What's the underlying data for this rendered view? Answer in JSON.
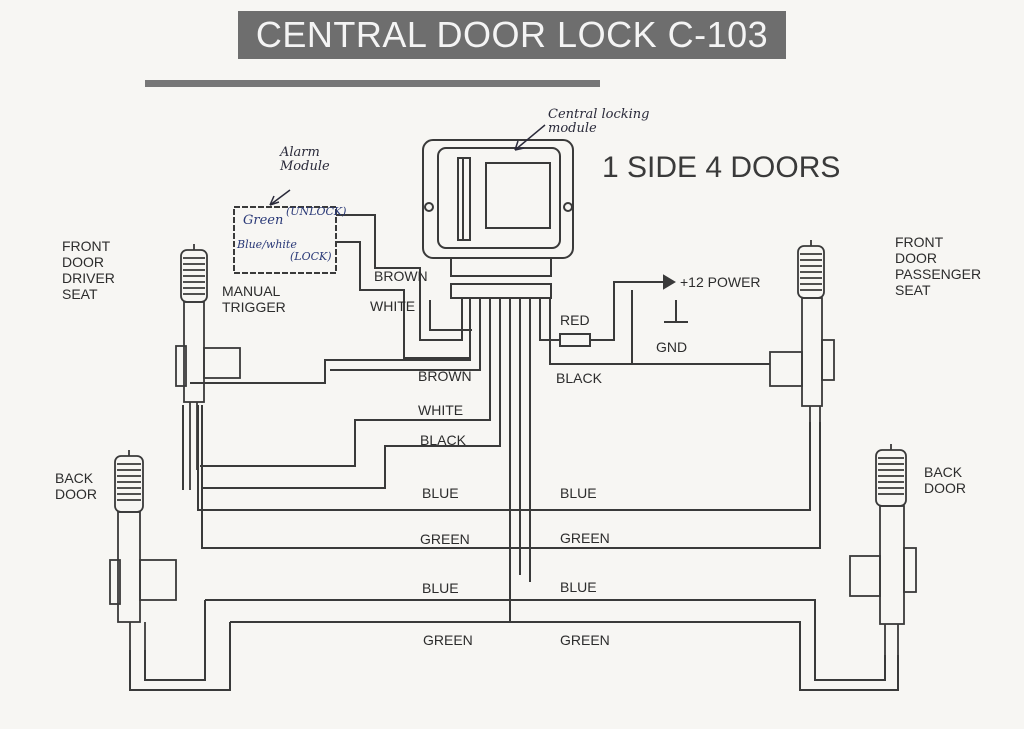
{
  "title": "CENTRAL DOOR LOCK C-103",
  "subtitle": "1 SIDE 4 DOORS",
  "doors": {
    "front_driver": "FRONT\nDOOR\nDRIVER\nSEAT",
    "front_passenger": "FRONT\nDOOR\nPASSENGER\nSEAT",
    "back_left": "BACK\nDOOR",
    "back_right": "BACK\nDOOR"
  },
  "manual_trigger": "MANUAL\nTRIGGER",
  "handwritten": {
    "alarm_module": "Alarm\nModule",
    "central_locking_module": "Central locking\nmodule",
    "green": "Green",
    "unlock": "(UNLOCK)",
    "blue_white": "Blue/white",
    "lock": "(LOCK)"
  },
  "power": {
    "plus12": "+12 POWER",
    "gnd": "GND",
    "red": "RED",
    "black": "BLACK"
  },
  "wires": {
    "brown_top": "BROWN",
    "white_top": "WHITE",
    "brown": "BROWN",
    "white": "WHITE",
    "black": "BLACK",
    "blue_1_left": "BLUE",
    "blue_1_right": "BLUE",
    "green_1_left": "GREEN",
    "green_1_right": "GREEN",
    "blue_2_left": "BLUE",
    "blue_2_right": "BLUE",
    "green_2_left": "GREEN",
    "green_2_right": "GREEN"
  },
  "colors": {
    "ink": "#2c2c2c",
    "title_bg": "#6e6e6e",
    "paper": "#f7f6f3",
    "pen_blue": "#2b3a78"
  }
}
